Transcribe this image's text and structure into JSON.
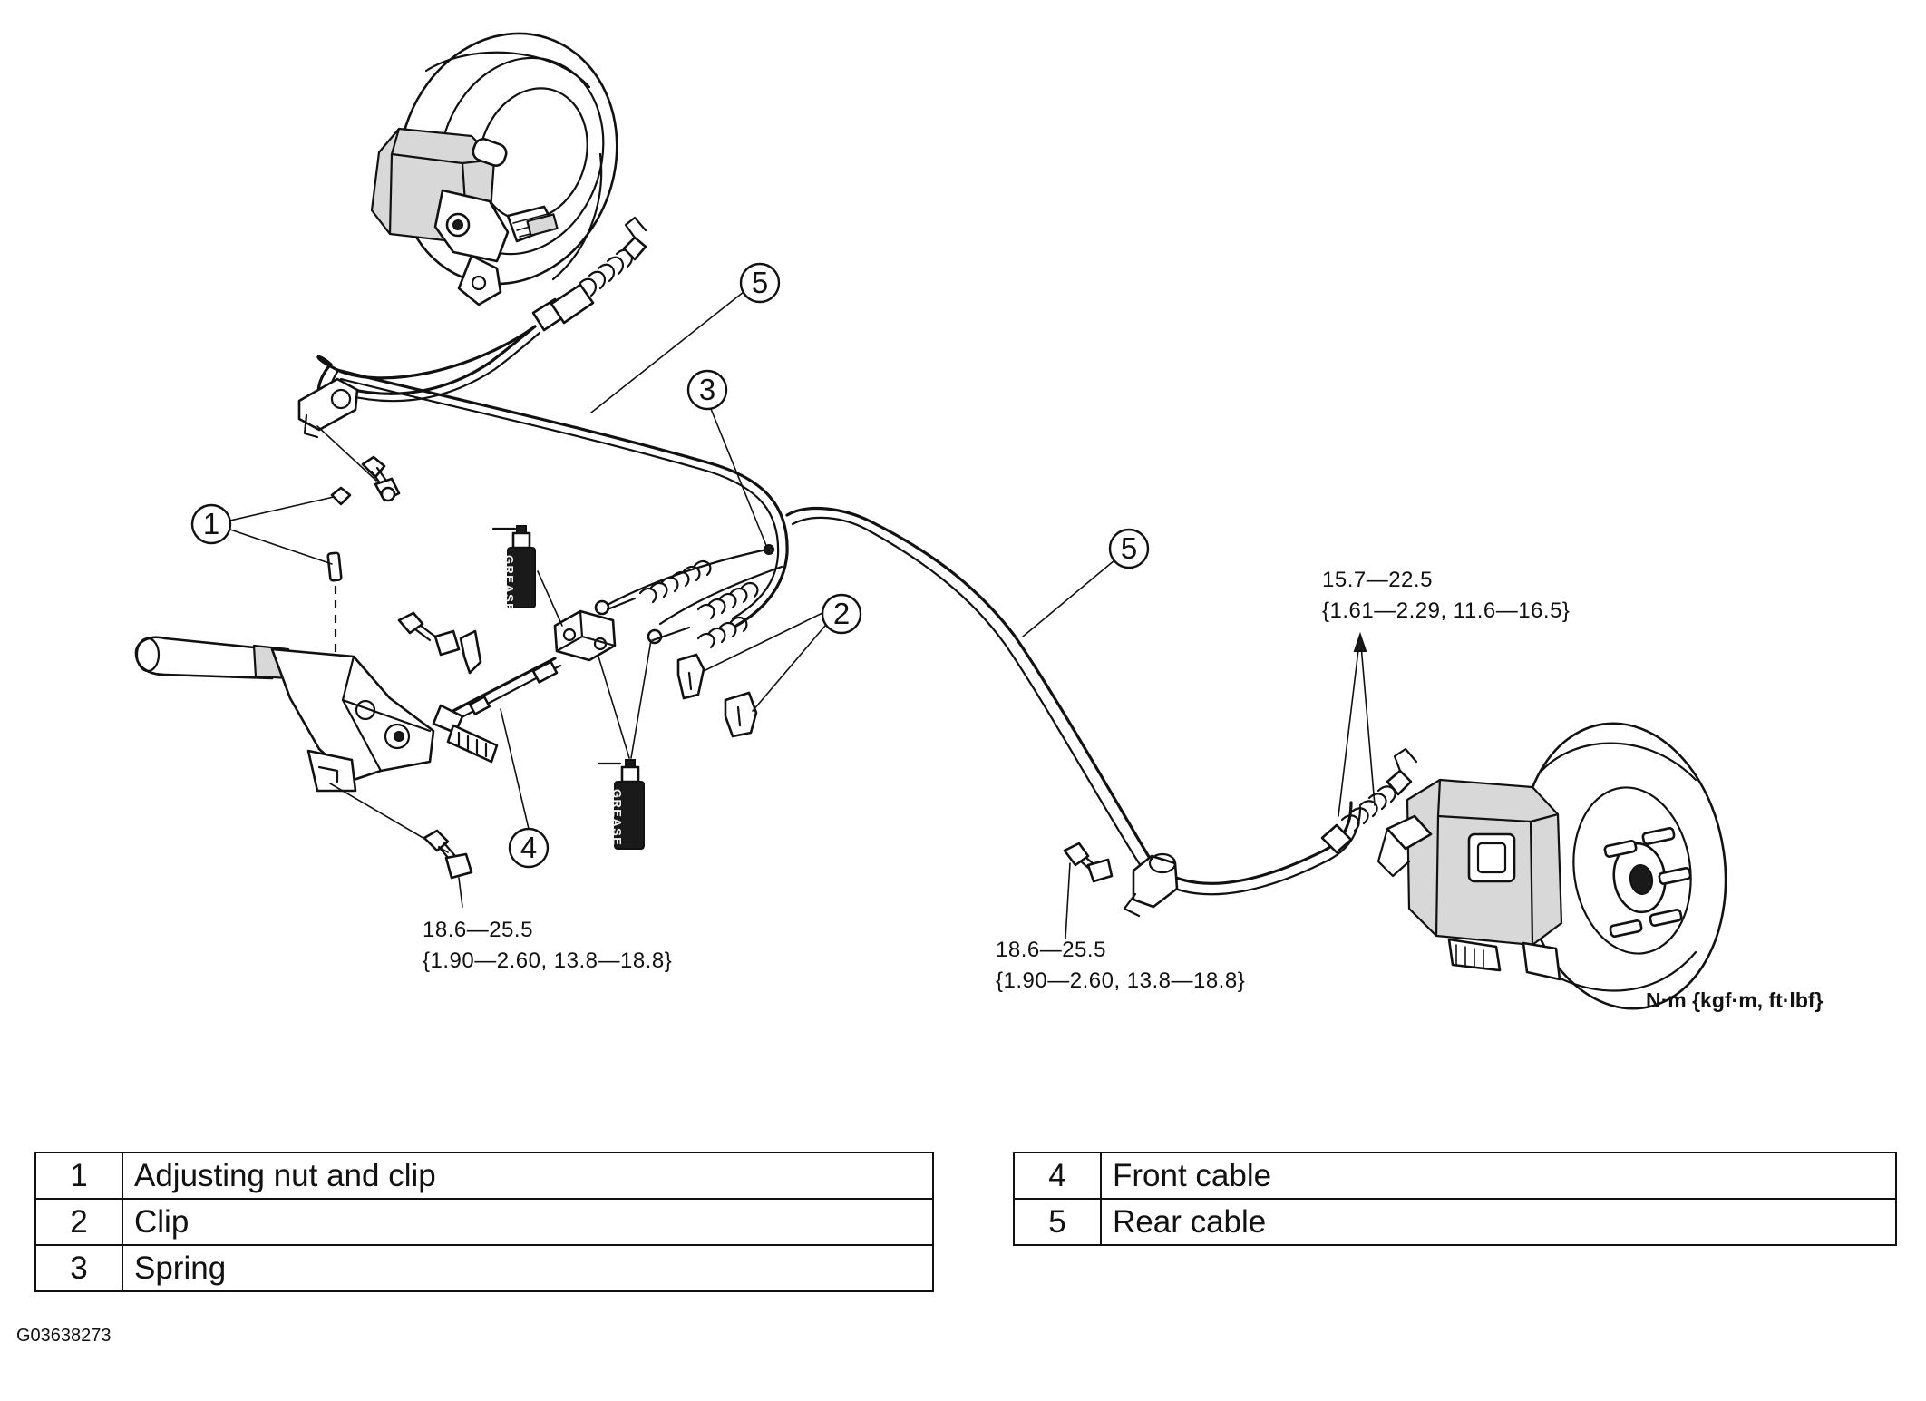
{
  "callouts": {
    "c1": "1",
    "c2": "2",
    "c3": "3",
    "c4": "4",
    "c5_top": "5",
    "c5_mid": "5"
  },
  "torque": {
    "lever_line1": "18.6—25.5",
    "lever_line2": "{1.90—2.60, 13.8—18.8}",
    "bracket_line1": "18.6—25.5",
    "bracket_line2": "{1.90—2.60, 13.8—18.8}",
    "caliper_line1": "15.7—22.5",
    "caliper_line2": "{1.61—2.29, 11.6—16.5}"
  },
  "units_label": "N·m {kgf·m, ft·lbf}",
  "grease_label": "GREASE",
  "legend_left": [
    {
      "num": "1",
      "label": "Adjusting nut and clip"
    },
    {
      "num": "2",
      "label": "Clip"
    },
    {
      "num": "3",
      "label": "Spring"
    }
  ],
  "legend_right": [
    {
      "num": "4",
      "label": "Front cable"
    },
    {
      "num": "5",
      "label": "Rear cable"
    }
  ],
  "figure_code": "G03638273"
}
